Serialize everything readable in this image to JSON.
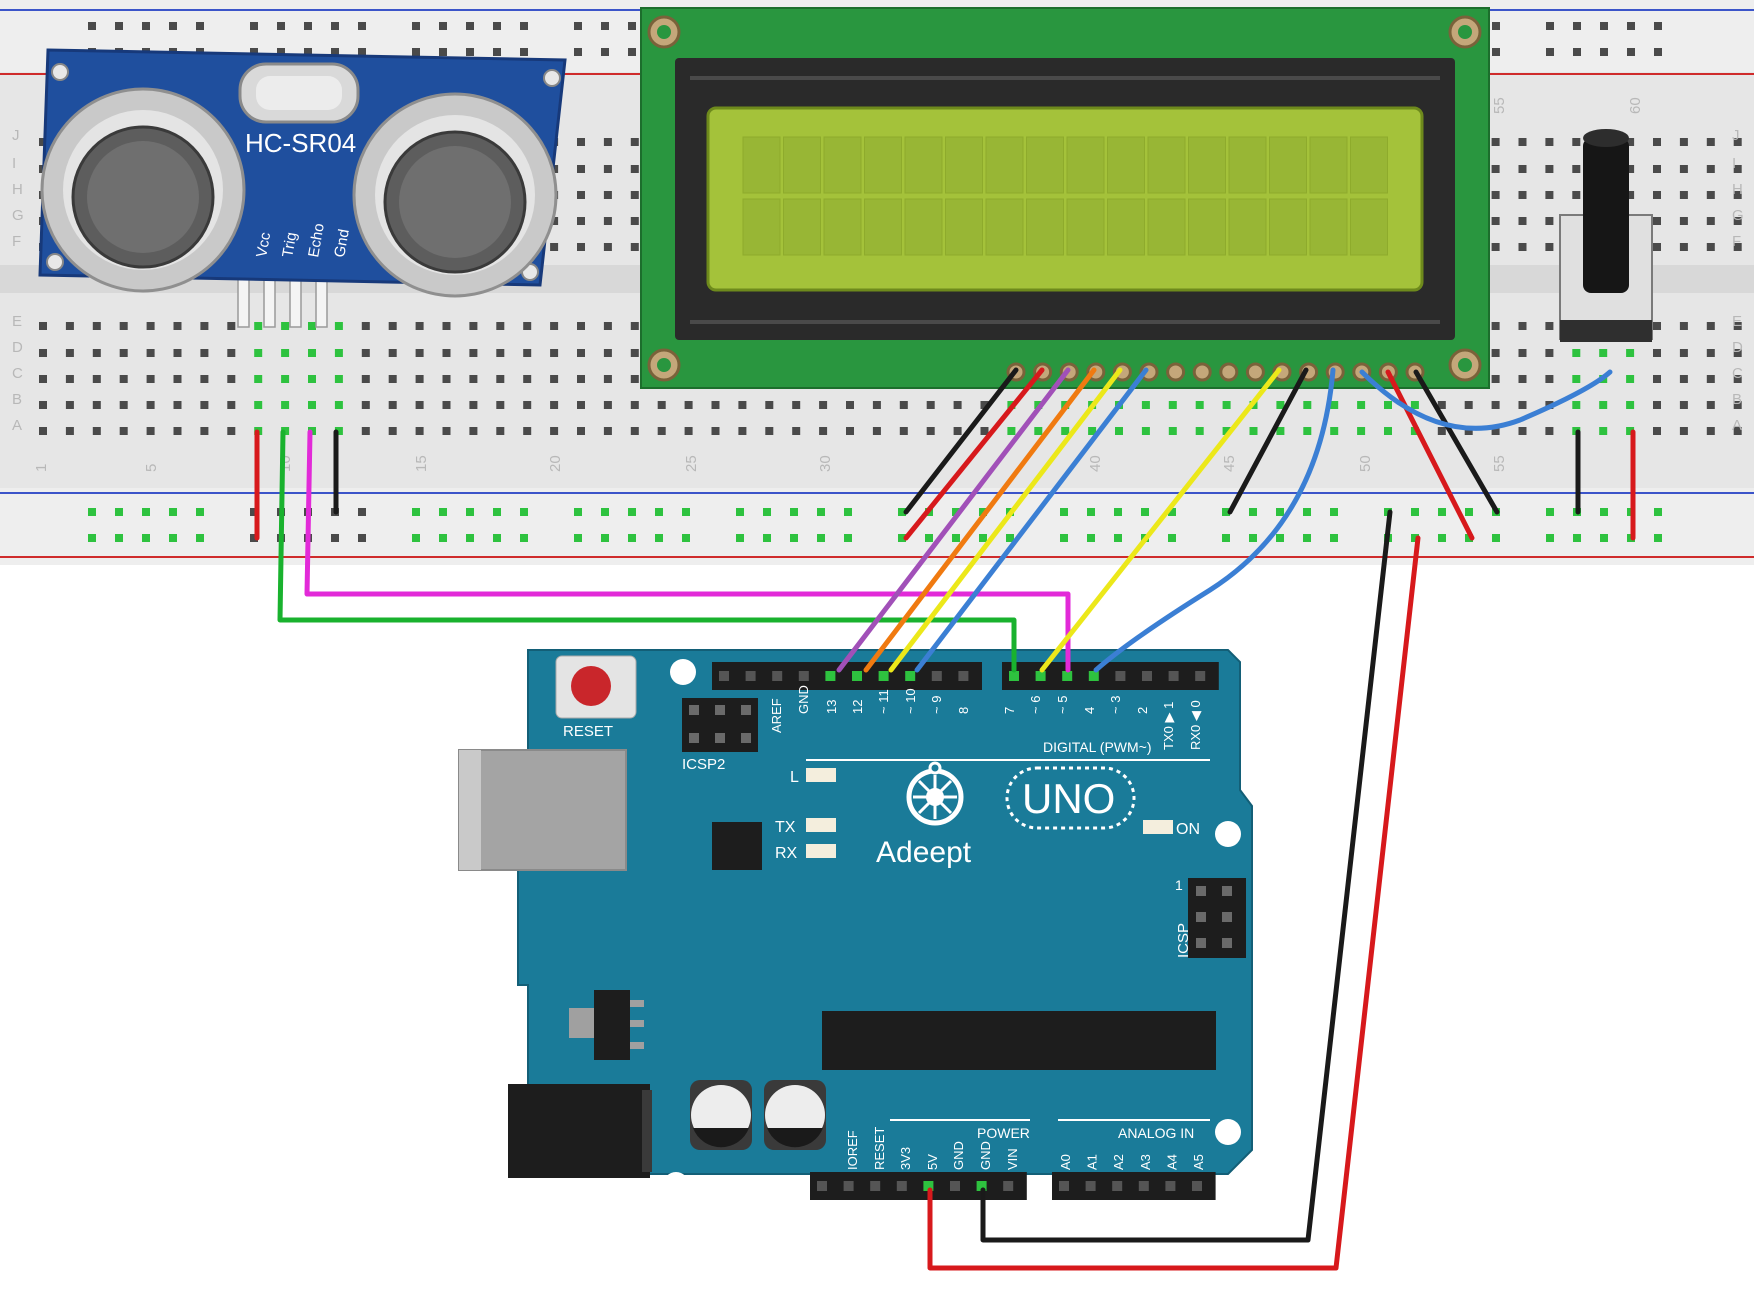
{
  "diagram": {
    "sensor": {
      "model": "HC-SR04",
      "pins": [
        "Vcc",
        "Trig",
        "Echo",
        "Gnd"
      ]
    },
    "breadboard": {
      "row_letters_top": [
        "J",
        "I",
        "H",
        "G",
        "F"
      ],
      "row_letters_bottom": [
        "E",
        "D",
        "C",
        "B",
        "A"
      ],
      "column_numbers": [
        "1",
        "5",
        "10",
        "15",
        "20",
        "25",
        "30",
        "40",
        "45",
        "50",
        "55",
        "60"
      ]
    },
    "arduino": {
      "brand": "Adeept",
      "model": "UNO",
      "reset_label": "RESET",
      "icsp2_label": "ICSP2",
      "icsp_label": "ICSP",
      "icsp_pin1": "1",
      "led_l": "L",
      "led_tx": "TX",
      "led_rx": "RX",
      "on_label": "ON",
      "digital_section": "DIGITAL (PWM~)",
      "digital_pins": [
        "AREF",
        "GND",
        "13",
        "12",
        "~ 11",
        "~ 10",
        "~ 9",
        "8",
        "7",
        "~ 6",
        "~ 5",
        "4",
        "~ 3",
        "2",
        "TX0 ▶ 1",
        "RX0 ◀ 0"
      ],
      "power_section": "POWER",
      "power_pins": [
        "IOREF",
        "RESET",
        "3V3",
        "5V",
        "GND",
        "GND",
        "VIN"
      ],
      "analog_section": "ANALOG IN",
      "analog_pins": [
        "A0",
        "A1",
        "A2",
        "A3",
        "A4",
        "A5"
      ]
    },
    "colors": {
      "board": "#1a7b99",
      "lcd_pcb": "#29963f",
      "lcd_screen": "#a4c23a",
      "sensor_pcb": "#1f4f9e",
      "wire_red": "#d7191c",
      "wire_black": "#1a1a1a",
      "wire_green": "#19b22e",
      "wire_magenta": "#e22ad8",
      "wire_purple": "#a150b8",
      "wire_orange": "#f07a10",
      "wire_yellow": "#ece81a",
      "wire_blue": "#3b7fd4"
    }
  }
}
